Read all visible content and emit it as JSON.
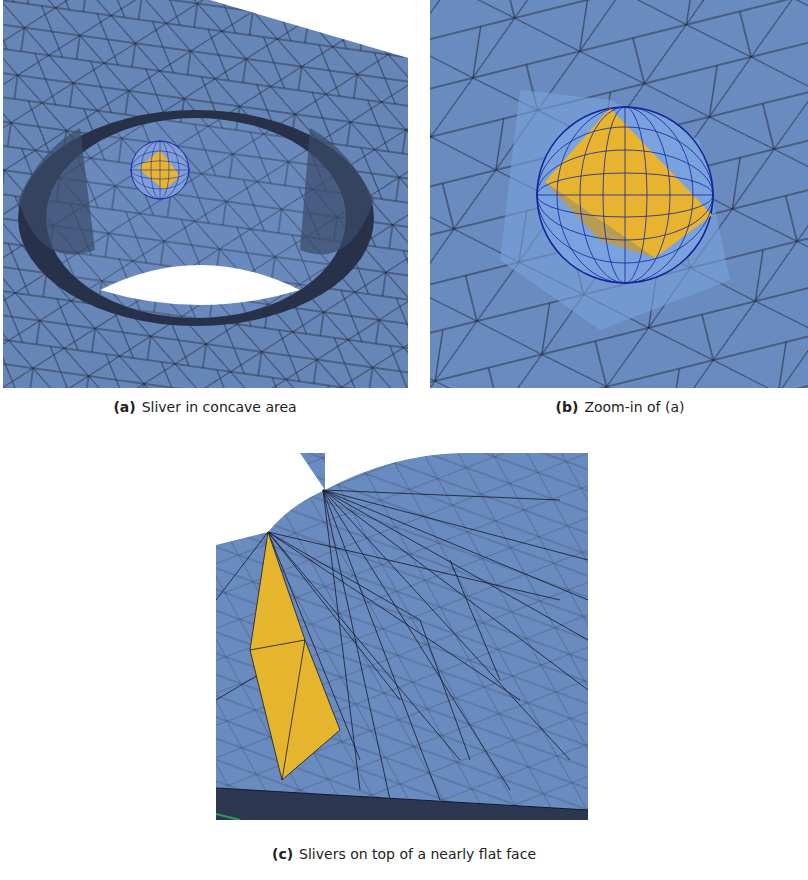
{
  "diagram": {
    "labels": [
      "(a)",
      "Sliver in concave area",
      "(b)",
      "Zoom-in of (a)",
      "(c)",
      "Slivers on top of a nearly flat face"
    ]
  }
}
